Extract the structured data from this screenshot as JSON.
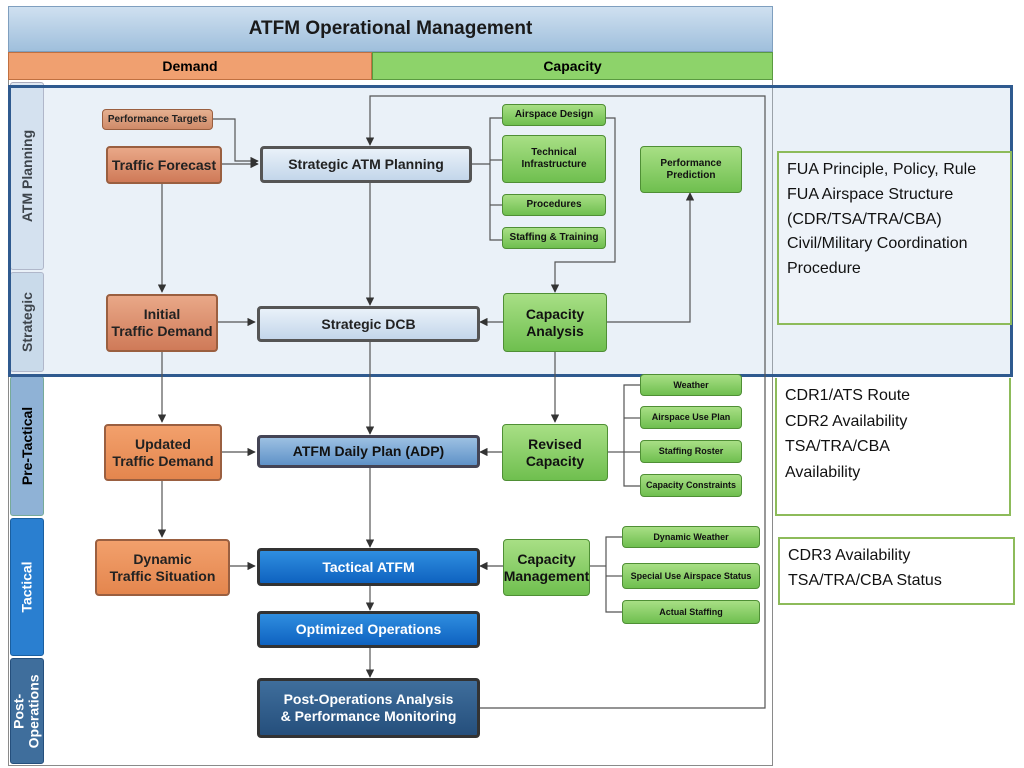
{
  "header": {
    "title": "ATFM Operational Management",
    "demand_label": "Demand",
    "capacity_label": "Capacity"
  },
  "phases": {
    "atm_planning": "ATM Planning",
    "strategic": "Strategic",
    "pre_tactical": "Pre-Tactical",
    "tactical": "Tactical",
    "post_operations": "Post-\nOperations"
  },
  "demand": {
    "performance_targets": "Performance Targets",
    "traffic_forecast": "Traffic Forecast",
    "initial_traffic_demand": "Initial\nTraffic Demand",
    "updated_traffic_demand": "Updated\nTraffic Demand",
    "dynamic_traffic_situation": "Dynamic\nTraffic Situation"
  },
  "center": {
    "strategic_atm_planning": "Strategic ATM Planning",
    "strategic_dcb": "Strategic DCB",
    "atfm_daily_plan": "ATFM Daily Plan (ADP)",
    "tactical_atfm": "Tactical ATFM",
    "optimized_operations": "Optimized Operations",
    "post_ops_analysis": "Post-Operations Analysis\n& Performance Monitoring"
  },
  "capacity": {
    "airspace_design": "Airspace Design",
    "technical_infrastructure": "Technical\nInfrastructure",
    "procedures": "Procedures",
    "staffing_training": "Staffing & Training",
    "performance_prediction": "Performance\nPrediction",
    "capacity_analysis": "Capacity\nAnalysis",
    "revised_capacity": "Revised\nCapacity",
    "weather": "Weather",
    "airspace_use_plan": "Airspace Use Plan",
    "staffing_roster": "Staffing Roster",
    "capacity_constraints": "Capacity Constraints",
    "capacity_management": "Capacity\nManagement",
    "dynamic_weather": "Dynamic Weather",
    "special_use_airspace_status": "Special Use Airspace Status",
    "actual_staffing": "Actual Staffing"
  },
  "notes": {
    "planning": "FUA Principle, Policy, Rule\nFUA Airspace Structure\n(CDR/TSA/TRA/CBA)\nCivil/Military Coordination\nProcedure",
    "pre_tactical": "CDR1/ATS Route\nCDR2 Availability\nTSA/TRA/CBA\nAvailability",
    "tactical": "CDR3 Availability\nTSA/TRA/CBA Status"
  },
  "colors": {
    "highlight_frame": "#2f5a8f",
    "note_border": "#8dbb5a",
    "demand": "#f0a070",
    "capacity": "#8dd36a"
  }
}
